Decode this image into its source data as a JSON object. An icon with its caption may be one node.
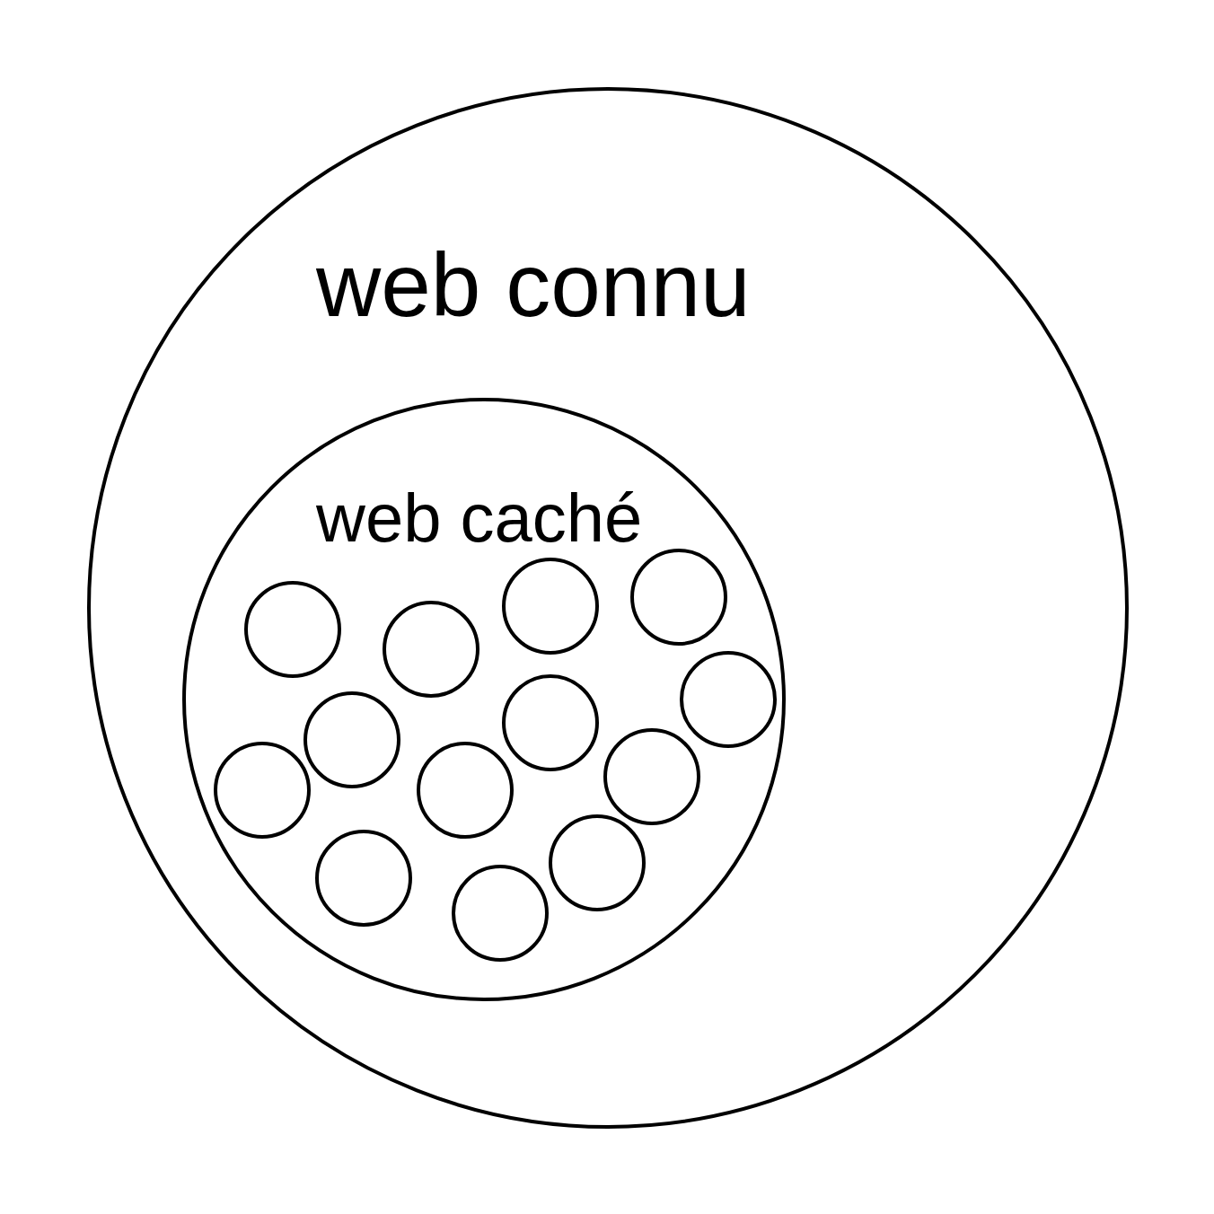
{
  "diagram": {
    "nodes": [
      {
        "text": [
          "web connu"
        ]
      },
      {
        "text": [
          "web caché"
        ],
        "in": 0
      },
      {
        "text": [],
        "shape": "circle",
        "in": 1
      },
      {
        "text": [],
        "shape": "circle",
        "in": 1
      },
      {
        "text": [],
        "shape": "circle",
        "in": 1
      },
      {
        "text": [],
        "shape": "circle",
        "in": 1
      },
      {
        "text": [],
        "shape": "circle",
        "in": 1
      },
      {
        "text": [],
        "shape": "circle",
        "in": 1
      },
      {
        "text": [],
        "shape": "circle",
        "in": 1
      },
      {
        "text": [],
        "shape": "circle",
        "in": 1
      },
      {
        "text": [],
        "shape": "circle",
        "in": 1
      },
      {
        "text": [],
        "shape": "circle",
        "in": 1
      },
      {
        "text": [],
        "shape": "circle",
        "in": 1
      },
      {
        "text": [],
        "shape": "circle",
        "in": 1
      },
      {
        "text": [],
        "shape": "circle",
        "in": 1
      }
    ]
  }
}
